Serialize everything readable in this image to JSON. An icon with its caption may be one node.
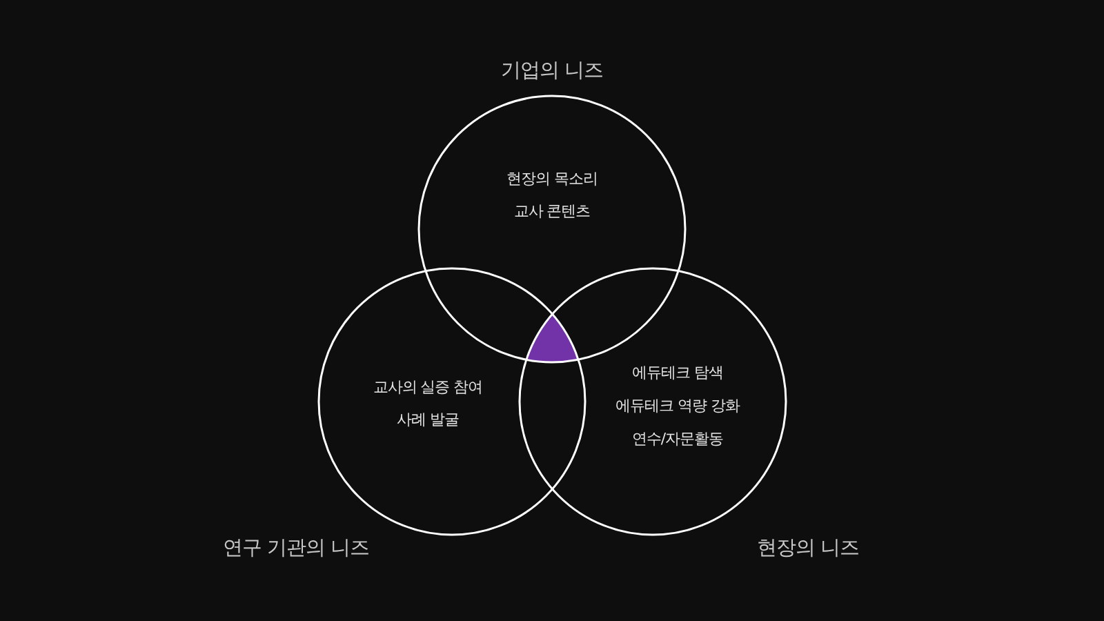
{
  "diagram": {
    "nodes": [
      {
        "text": [
          "기업의 니즈",
          "현장의 목소리",
          "교사 콘텐츠"
        ]
      },
      {
        "text": [
          "연구 기관의 니즈",
          "교사의 실증 참여",
          "사례 발굴"
        ]
      },
      {
        "text": [
          "현장의 니즈",
          "에듀테크 탐색",
          "에듀테크 역량 강화",
          "연수/자문활동"
        ]
      }
    ]
  }
}
